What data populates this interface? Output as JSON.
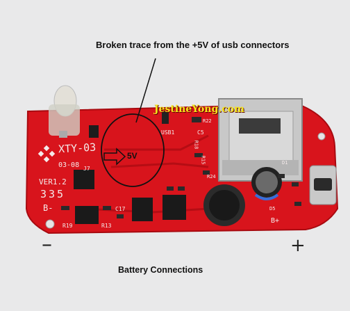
{
  "annotations": {
    "top_caption": "Broken trace from the +5V of usb connectors",
    "bottom_caption": "Battery Connections",
    "voltage_tag": "5V",
    "minus_label": "–",
    "plus_label": "+"
  },
  "watermark": "JestineYong.com",
  "board_markings": {
    "model": "XTY-03",
    "date": "03-08",
    "version": "VER1.2",
    "digits": "335",
    "battery_minus": "B-",
    "battery_plus": "B+",
    "usb": "USB1",
    "parts": [
      "J7",
      "R19",
      "R13",
      "C5",
      "C17",
      "R18",
      "R15",
      "R24",
      "R22",
      "D1",
      "D5"
    ]
  },
  "colors": {
    "background": "#e9e9ea",
    "board": "#d8141c",
    "silkscreen": "#f4eaea",
    "watermark": "#f5e51a"
  }
}
